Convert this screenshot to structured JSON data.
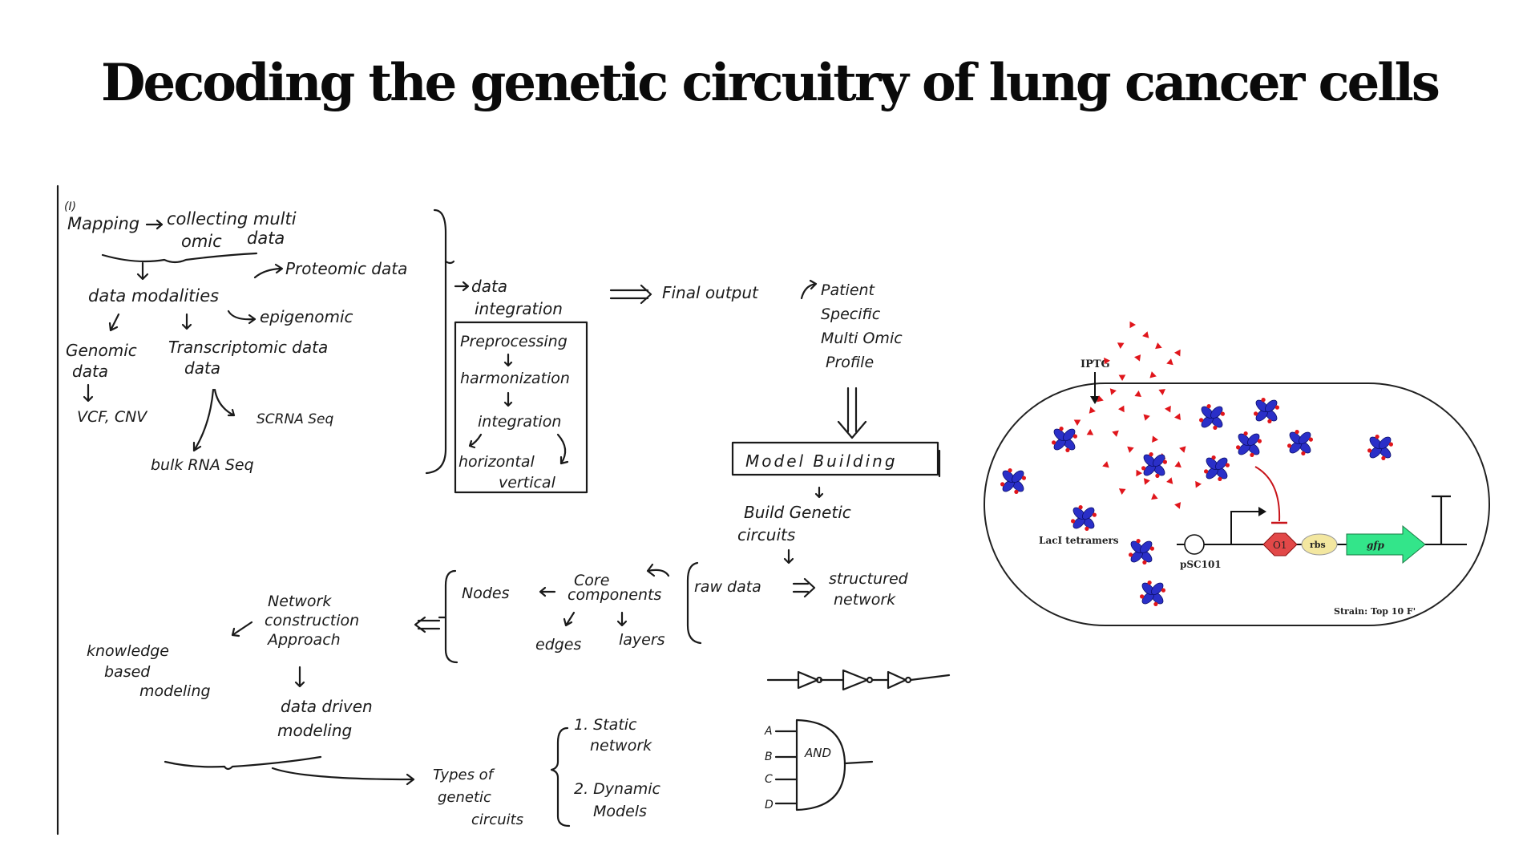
{
  "title": "Decoding the genetic circuitry of lung cancer cells",
  "sketch": {
    "section_label": "(I)",
    "mapping": "Mapping",
    "collecting_1": "collecting multi",
    "collecting_2": "omic",
    "collecting_3": "data",
    "data_modalities": "data modalities",
    "proteomic": "Proteomic data",
    "epigenomic": "epigenomic",
    "genomic_1": "Genomic",
    "genomic_2": "data",
    "transcriptomic_1": "Transcriptomic data",
    "transcriptomic_2": "data",
    "vcf": "VCF, CNV",
    "scrna": "SCRNA Seq",
    "bulk": "bulk RNA Seq",
    "data_integration_1": "data",
    "data_integration_2": "integration",
    "preprocessing": "Preprocessing",
    "harmonization": "harmonization",
    "integration": "integration",
    "horizontal": "horizontal",
    "vertical": "vertical",
    "final_output": "Final output",
    "patient_1": "Patient",
    "patient_2": "Specific",
    "patient_3": "Multi Omic",
    "patient_4": "Profile",
    "model_building": "Model Building",
    "build_1": "Build Genetic",
    "build_2": "circuits",
    "nodes": "Nodes",
    "core_1": "Core",
    "core_2": "components",
    "raw_data": "raw data",
    "structured_1": "structured",
    "structured_2": "network",
    "edges": "edges",
    "layers": "layers",
    "network_1": "Network",
    "network_2": "construction",
    "network_3": "Approach",
    "knowledge_1": "knowledge",
    "knowledge_2": "based",
    "knowledge_3": "modeling",
    "datadriven_1": "data driven",
    "datadriven_2": "modeling",
    "types_1": "Types of",
    "types_2": "genetic",
    "types_3": "circuits",
    "static_1": "1. Static",
    "static_2": "network",
    "dynamic_1": "2. Dynamic",
    "dynamic_2": "Models",
    "gate_a": "A",
    "gate_b": "B",
    "gate_c": "C",
    "gate_d": "D",
    "gate_label": "AND"
  },
  "circuit": {
    "iptg": "IPTG",
    "laci": "LacI tetramers",
    "psc101": "pSC101",
    "o1": "O1",
    "rbs": "rbs",
    "gfp": "gfp",
    "strain": "Strain: Top 10 F'"
  },
  "colors": {
    "iptg": "#e0151b",
    "laci_body": "#2a2fc8",
    "gfp": "#33e58a",
    "rbs": "#f3e7a0",
    "o1": "#e24848",
    "repress": "#c8141a"
  }
}
